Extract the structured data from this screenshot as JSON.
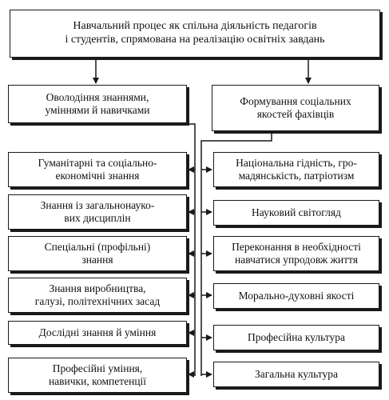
{
  "top": {
    "text": "Навчальний процес як спільна діяльність педагогів\nі студентів, спрямована на реалізацію освітніх завдань"
  },
  "left_header": {
    "text": "Оволодіння знаннями,\nуміннями й навичками"
  },
  "right_header": {
    "text": "Формування соціальних\nякостей фахівців"
  },
  "left_items": [
    {
      "text": "Гуманітарні та соціально-\nекономічні знання"
    },
    {
      "text": "Знання із загальнонауко-\nвих дисциплін"
    },
    {
      "text": "Спеціальні (профільні)\nзнання"
    },
    {
      "text": "Знання виробництва,\nгалузі, політехнічних засад"
    },
    {
      "text": "Дослідні знання й уміння"
    },
    {
      "text": "Професійні уміння,\nнавички, компетенції"
    }
  ],
  "right_items": [
    {
      "text": "Національна гідність, гро-\nмадянськість, патріотизм"
    },
    {
      "text": "Науковий світогляд"
    },
    {
      "text": "Переконання в необхідності\nнавчатися упродовж життя"
    },
    {
      "text": "Морально-духовні якості"
    },
    {
      "text": "Професійна культура"
    },
    {
      "text": "Загальна культура"
    }
  ]
}
